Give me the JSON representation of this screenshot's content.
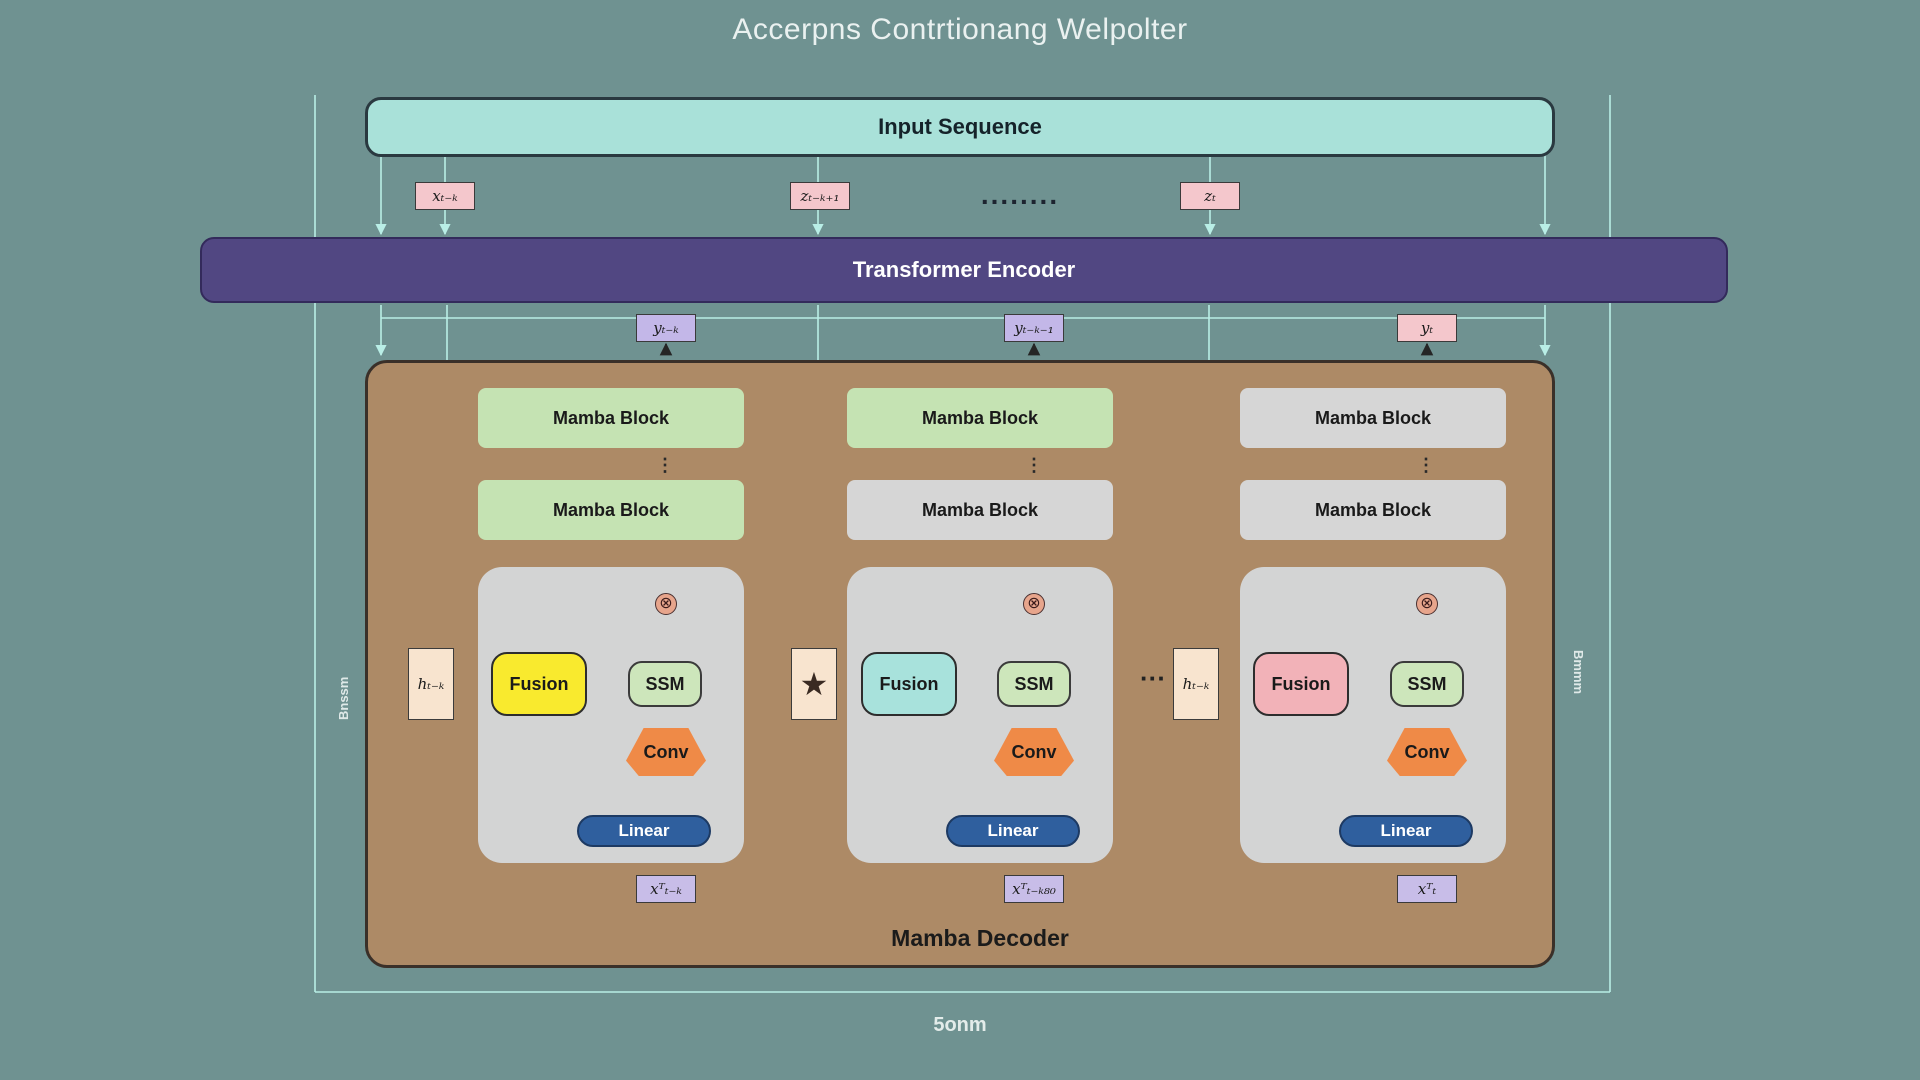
{
  "page_title": "Accerpns Contrtionang Welpolter",
  "footer_label": "5onm",
  "side_labels": {
    "left": "Bnssm",
    "right": "Bmmm"
  },
  "input_sequence": "Input Sequence",
  "encoder": "Transformer Encoder",
  "decoder": "Mamba Decoder",
  "top_tokens": [
    "xₜ₋ₖ",
    "zₜ₋ₖ₊₁",
    "zₜ"
  ],
  "top_dots": "........",
  "output_tokens": [
    "yₜ₋ₖ",
    "yₜ₋ₖ₋₁",
    "yₜ"
  ],
  "bottom_tokens": [
    "xᵀₜ₋ₖ",
    "xᵀₜ₋ₖ₈₀",
    "xᵀₜ"
  ],
  "hidden_states": [
    "hₜ₋ₖ",
    "hₜ₋ₖ"
  ],
  "middle_dots": "···",
  "labels": {
    "mamba_block": "Mamba Block",
    "fusion": "Fusion",
    "ssm": "SSM",
    "conv": "Conv",
    "linear": "Linear",
    "star": "★",
    "multiply": "⊗",
    "vertical_dots": "⋮"
  },
  "colors": {
    "background": "#6f9291",
    "input_sequence": "#a9e1d9",
    "encoder": "#514782",
    "decoder_panel": "#ad8a66",
    "mamba_green": "#c5e3b3",
    "mamba_grey": "#d6d6d6",
    "fusion_yellow": "#f9ea2e",
    "fusion_teal": "#a8e2dc",
    "fusion_pink": "#f2b2b8",
    "conv_orange": "#ef8a47",
    "linear_blue": "#2f5f9e",
    "wave_green": "#9dc07a"
  },
  "icons": [
    "star-icon",
    "multiply-icon",
    "wave-arrow-icon"
  ]
}
